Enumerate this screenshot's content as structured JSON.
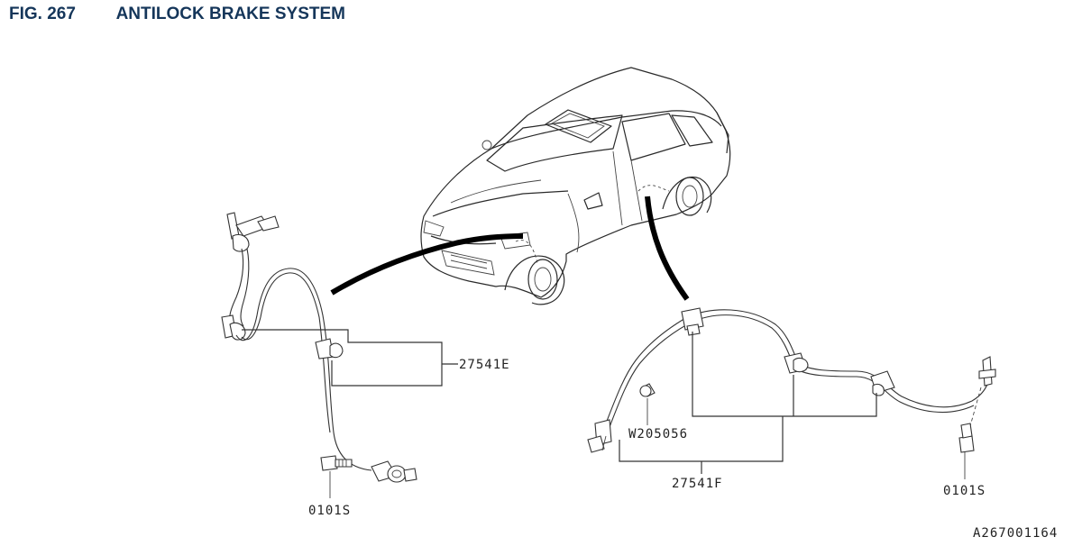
{
  "header": {
    "fig_number": "FIG. 267",
    "title": "ANTILOCK BRAKE SYSTEM"
  },
  "parts": {
    "front_harness": "27541E",
    "front_bolt": "0101S",
    "rear_harness": "27541F",
    "rear_clip": "W205056",
    "rear_bolt": "0101S"
  },
  "footer": {
    "diagram_id": "A267001164"
  },
  "colors": {
    "header": "#15365a",
    "line": "#333333"
  }
}
